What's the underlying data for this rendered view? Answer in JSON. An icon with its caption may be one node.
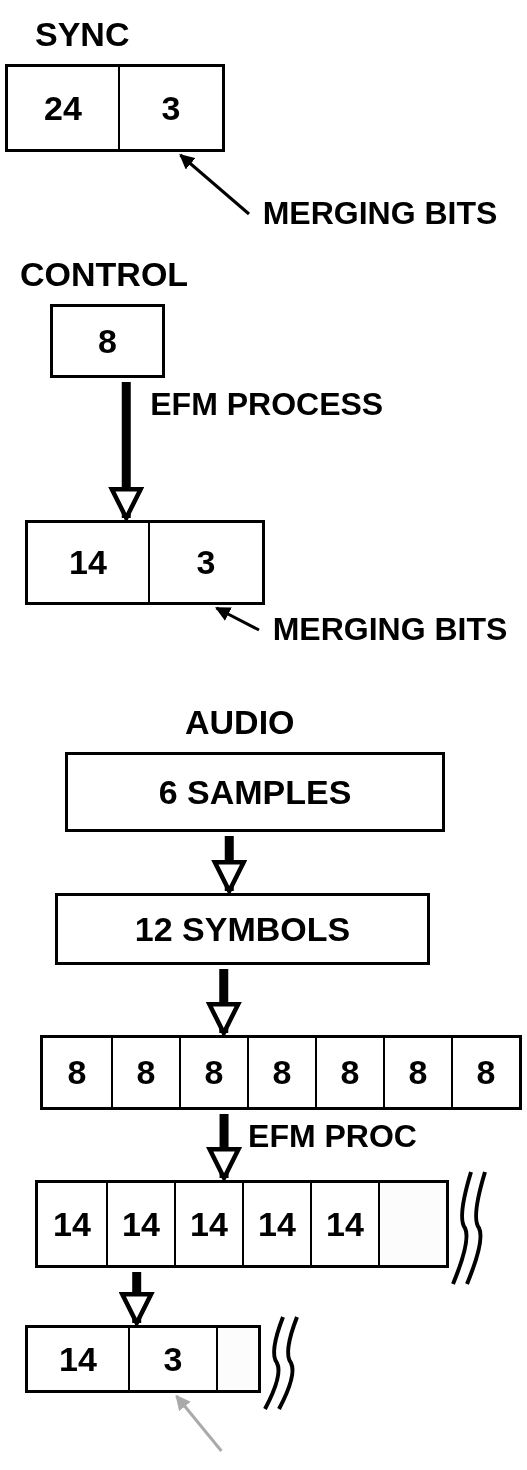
{
  "diagram": {
    "nodes": [
      {
        "text": [
          "SYNC"
        ]
      },
      {
        "text": [
          "24"
        ],
        "in": 0
      },
      {
        "text": [
          "3"
        ],
        "in": 0
      },
      {
        "text": [
          "MERGING BITS"
        ]
      },
      {
        "text": [
          "CONTROL",
          "8"
        ]
      },
      {
        "text": [],
        "shape": "box"
      },
      {
        "text": [
          "14"
        ],
        "in": 5
      },
      {
        "text": [
          "3"
        ],
        "in": 5
      },
      {
        "text": [
          "MERGING BITS"
        ]
      },
      {
        "text": [
          "AUDIO",
          "6 SAMPLES"
        ]
      },
      {
        "text": [
          "12 SYMBOLS"
        ]
      },
      {
        "text": [],
        "shape": "box"
      },
      {
        "text": [
          "8"
        ],
        "in": 11
      },
      {
        "text": [
          "8"
        ],
        "in": 11
      },
      {
        "text": [
          "8"
        ],
        "in": 11
      },
      {
        "text": [
          "8"
        ],
        "in": 11
      },
      {
        "text": [
          "8"
        ],
        "in": 11
      },
      {
        "text": [
          "8"
        ],
        "in": 11
      },
      {
        "text": [
          "8"
        ],
        "in": 11
      },
      {
        "text": [],
        "shape": "box"
      },
      {
        "text": [
          "14"
        ],
        "in": 19
      },
      {
        "text": [
          "14"
        ],
        "in": 19
      },
      {
        "text": [
          "14"
        ],
        "in": 19
      },
      {
        "text": [
          "14"
        ],
        "in": 19
      },
      {
        "text": [
          "14"
        ],
        "in": 19
      },
      {
        "text": [],
        "shape": "box",
        "in": 19
      },
      {
        "text": [],
        "shape": "box"
      },
      {
        "text": [
          "14"
        ],
        "in": 26
      },
      {
        "text": [
          "3"
        ],
        "in": 26
      },
      {
        "text": [],
        "shape": "box",
        "in": 26
      }
    ],
    "edges": [
      {
        "from": 3,
        "to": 2,
        "arrow": "to"
      },
      {
        "from": 4,
        "to": 5,
        "arrow": "to",
        "label": "EFM PROCESS"
      },
      {
        "from": 8,
        "to": 7,
        "arrow": "to"
      },
      {
        "from": 9,
        "to": 10,
        "arrow": "to"
      },
      {
        "from": 10,
        "to": 11,
        "arrow": "to"
      },
      {
        "from": 11,
        "to": 19,
        "arrow": "to",
        "label": "EFM PROC"
      },
      {
        "from": 19,
        "to": 26,
        "arrow": "to"
      },
      {
        "from": null,
        "to": 28,
        "arrow": "to",
        "color": "#aaaaaa"
      }
    ]
  }
}
